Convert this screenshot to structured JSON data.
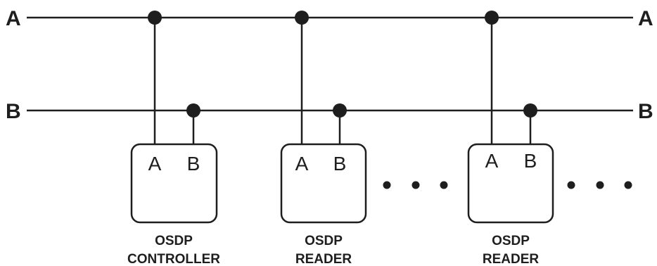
{
  "buses": {
    "a": {
      "left_label": "A",
      "right_label": "A"
    },
    "b": {
      "left_label": "B",
      "right_label": "B"
    }
  },
  "devices": [
    {
      "port_a": "A",
      "port_b": "B",
      "line1": "OSDP",
      "line2": "CONTROLLER"
    },
    {
      "port_a": "A",
      "port_b": "B",
      "line1": "OSDP",
      "line2": "READER"
    },
    {
      "port_a": "A",
      "port_b": "B",
      "line1": "OSDP",
      "line2": "READER"
    }
  ],
  "ellipsis_groups": 2,
  "colors": {
    "ink": "#1e1e1e",
    "background": "#ffffff"
  }
}
